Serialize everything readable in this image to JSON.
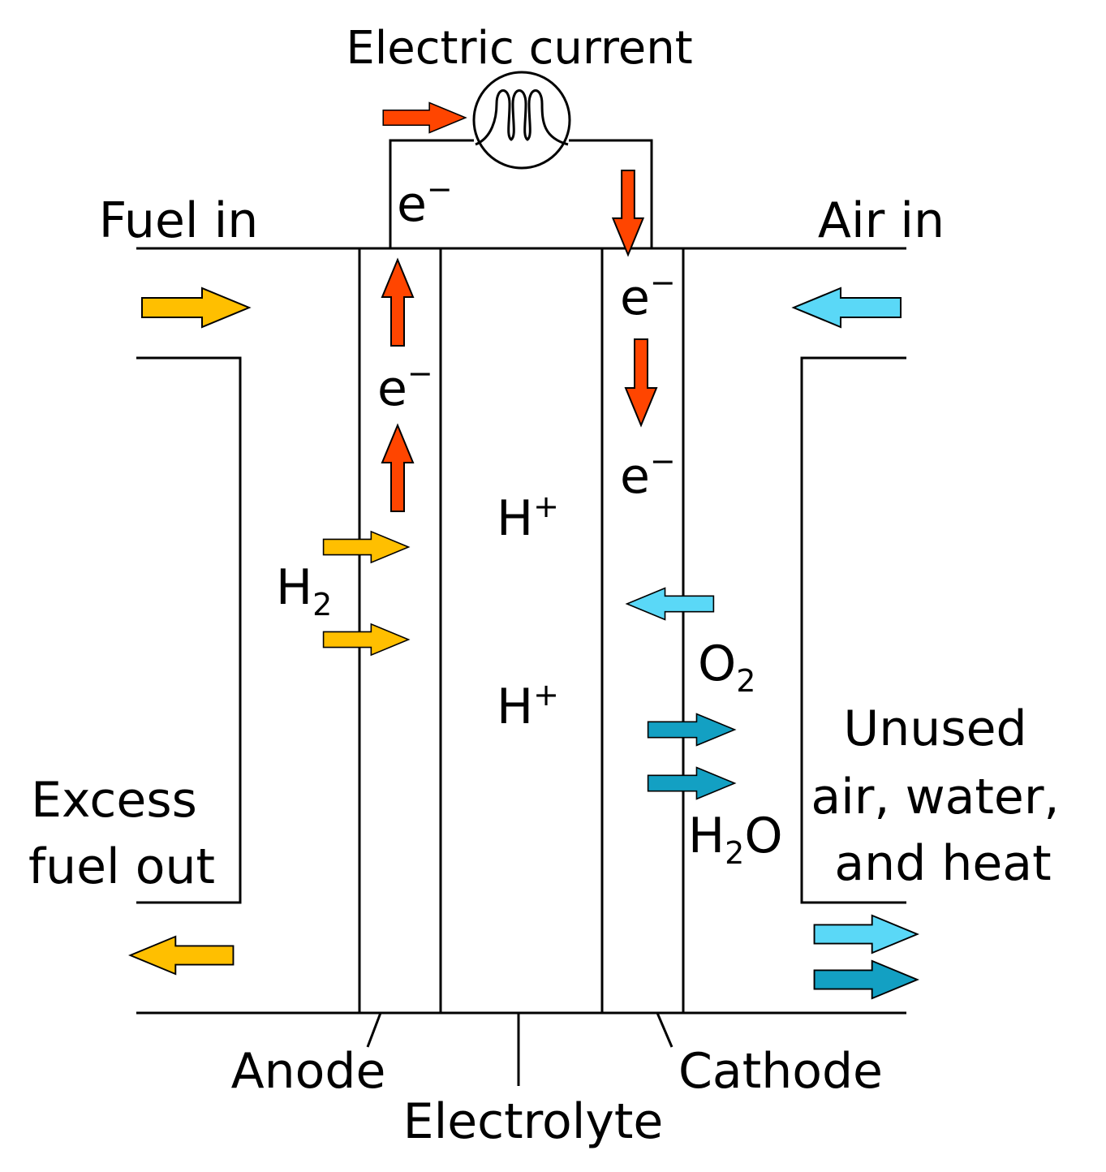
{
  "labels": {
    "electric_current": "Electric current",
    "fuel_in": "Fuel in",
    "air_in": "Air in",
    "excess_fuel_out": [
      "Excess",
      "fuel out"
    ],
    "unused": [
      "Unused",
      "air, water,",
      "and heat"
    ],
    "anode": "Anode",
    "electrolyte": "Electrolyte",
    "cathode": "Cathode",
    "electron": {
      "base": "e",
      "sup": "−"
    },
    "proton": {
      "base": "H",
      "sup": "+"
    },
    "hydrogen": {
      "base": "H",
      "sub": "2"
    },
    "oxygen": {
      "base": "O",
      "sub": "2"
    },
    "water": {
      "base": "H",
      "sub": "2",
      "tail": "O"
    }
  },
  "colors": {
    "electron_arrow": "#ff4500",
    "fuel_arrow": "#ffbf00",
    "air_arrow": "#5ad8f7",
    "water_arrow": "#13a0c3",
    "electrode_fill": "#e6e6e7",
    "electrolyte_fill": "#cccccc"
  },
  "icons": {
    "load": "light-bulb-icon"
  }
}
